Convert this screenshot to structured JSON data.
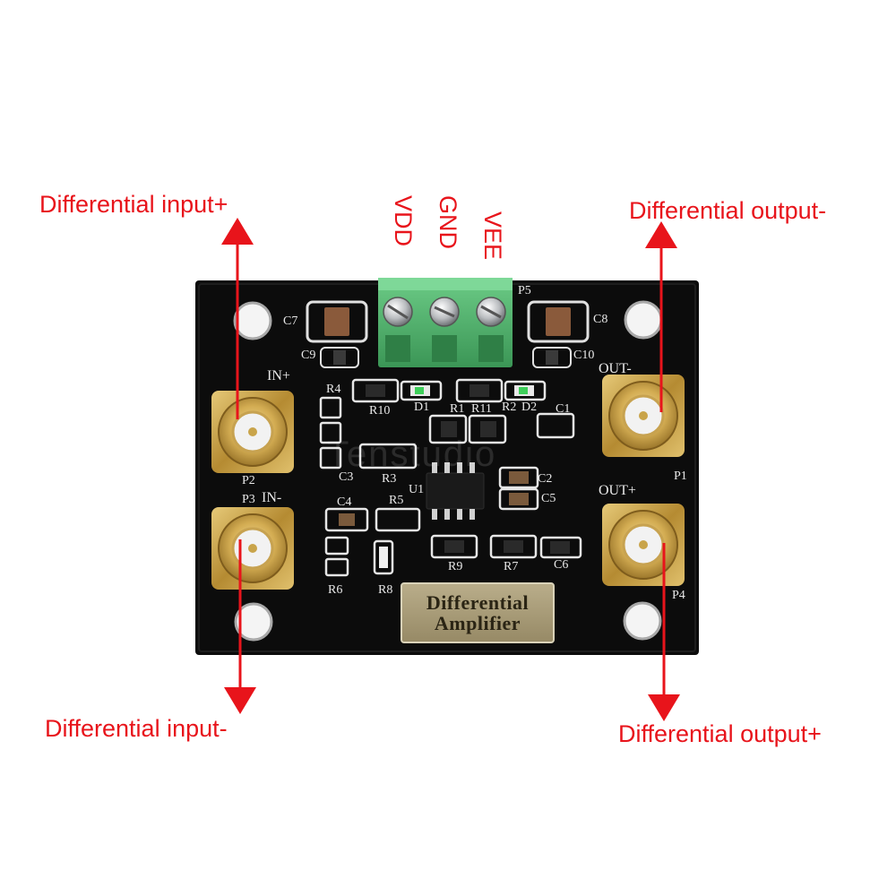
{
  "callouts": {
    "input_plus": "Differential input+",
    "input_minus": "Differential input-",
    "output_minus": "Differential output-",
    "output_plus": "Differential output+"
  },
  "power_pins": [
    "VDD",
    "GND",
    "VEE"
  ],
  "board": {
    "badge_line1": "Differential",
    "badge_line2": "Amplifier",
    "connector_labels": {
      "in_plus": "IN+",
      "in_minus": "IN-",
      "out_minus": "OUT-",
      "out_plus": "OUT+"
    },
    "port_labels": {
      "p1": "P1",
      "p2": "P2",
      "p3": "P3",
      "p4": "P4",
      "p5": "P5"
    },
    "components": [
      "C7",
      "C9",
      "C8",
      "C10",
      "R4",
      "R10",
      "D1",
      "R1",
      "R11",
      "R2",
      "D2",
      "C1",
      "C3",
      "R3",
      "U1",
      "C2",
      "C5",
      "C4",
      "R5",
      "R6",
      "R8",
      "R9",
      "R7",
      "C6"
    ],
    "watermark": "Tenstudio"
  },
  "colors": {
    "callout_red": "#e8141b",
    "pcb_black": "#0c0c0c",
    "terminal_green": "#4caf6a",
    "gold": "#c9a44a"
  }
}
